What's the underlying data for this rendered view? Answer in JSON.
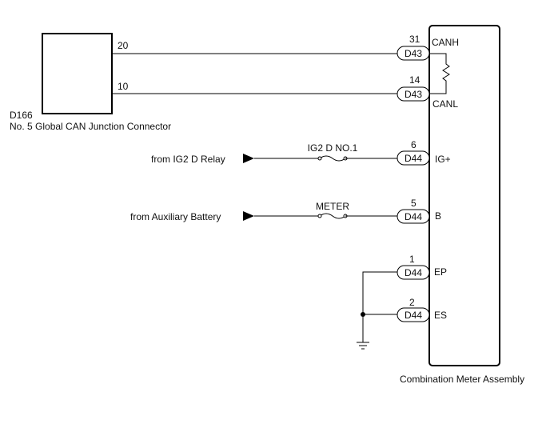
{
  "left_connector": {
    "code": "D166",
    "name": "No. 5 Global CAN Junction Connector",
    "pins": [
      {
        "pin": "20"
      },
      {
        "pin": "10"
      }
    ]
  },
  "meter": {
    "name": "Combination Meter Assembly",
    "terminals": [
      {
        "pin": "31",
        "connector": "D43",
        "signal": "CANH"
      },
      {
        "pin": "14",
        "connector": "D43",
        "signal": "CANL"
      },
      {
        "pin": "6",
        "connector": "D44",
        "signal": "IG+"
      },
      {
        "pin": "5",
        "connector": "D44",
        "signal": "B"
      },
      {
        "pin": "1",
        "connector": "D44",
        "signal": "EP"
      },
      {
        "pin": "2",
        "connector": "D44",
        "signal": "ES"
      }
    ]
  },
  "sources": [
    {
      "label": "from IG2 D Relay",
      "fuse": "IG2 D NO.1"
    },
    {
      "label": "from Auxiliary Battery",
      "fuse": "METER"
    }
  ]
}
